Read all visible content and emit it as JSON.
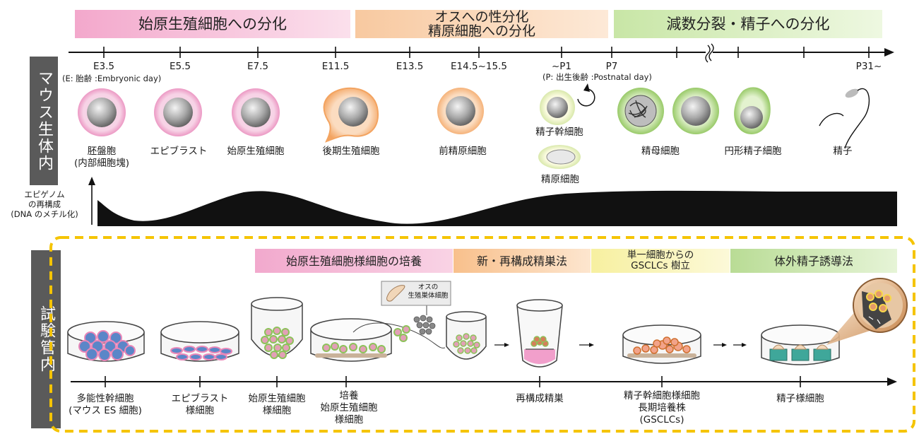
{
  "stage_bands": [
    {
      "label": "始原生殖細胞への分化",
      "color": "#f3a8cc"
    },
    {
      "label": "オスへの性分化\n精原細胞への分化",
      "color": "#f8c9a0"
    },
    {
      "label": "減数分裂・精子への分化",
      "color": "#c8e6a6"
    }
  ],
  "timeline": {
    "ticks": [
      "E3.5",
      "E5.5",
      "E7.5",
      "E11.5",
      "E13.5",
      "E14.5~15.5",
      "~P1",
      "P7",
      "",
      "",
      "",
      "P31~"
    ],
    "embryonic_note": "(E: 胎齢 :Embryonic day)",
    "postnatal_note": "(P: 出生後齢 :Postnatal day)"
  },
  "side_labels": {
    "in_vivo": "マウス生体内",
    "in_vitro": "試験管内"
  },
  "in_vivo_cells": [
    {
      "label": "胚盤胞\n(内部細胞塊)"
    },
    {
      "label": "エピブラスト"
    },
    {
      "label": "始原生殖細胞"
    },
    {
      "label": "後期生殖細胞"
    },
    {
      "label": "前精原細胞"
    },
    {
      "label": "精子幹細胞"
    },
    {
      "label": "精原細胞"
    },
    {
      "label": "精母細胞"
    },
    {
      "label": "円形精子細胞"
    },
    {
      "label": "精子"
    }
  ],
  "epigenome_label": "エピゲノム\nの再構成\n(DNA のメチル化)",
  "method_bands": [
    {
      "label": "始原生殖細胞様細胞の培養",
      "color": "#f2a9cd"
    },
    {
      "label": "新・再構成精巣法",
      "color": "#f8c08c"
    },
    {
      "label": "単一細胞からの\nGSCLCs 樹立",
      "color": "#f7f0a0"
    },
    {
      "label": "体外精子誘導法",
      "color": "#b9dc95"
    }
  ],
  "tissue_note": "オスの\n生殖巣体細胞",
  "in_vitro_cells": [
    {
      "label": "多能性幹細胞\n(マウス ES 細胞)"
    },
    {
      "label": "エピブラスト\n様細胞"
    },
    {
      "label": "始原生殖細胞\n様細胞"
    },
    {
      "label": "培養\n始原生殖細胞\n様細胞"
    },
    {
      "label": "再構成精巣"
    },
    {
      "label": "精子幹細胞様細胞\n長期培養株\n(GSCLCs)"
    },
    {
      "label": "精子様細胞"
    }
  ],
  "colors": {
    "accent_yellow": "#f5c400",
    "dark_side": "#5a5a5a",
    "pink": "#e98bbb",
    "green": "#8dc25a",
    "orange": "#f4a866"
  }
}
